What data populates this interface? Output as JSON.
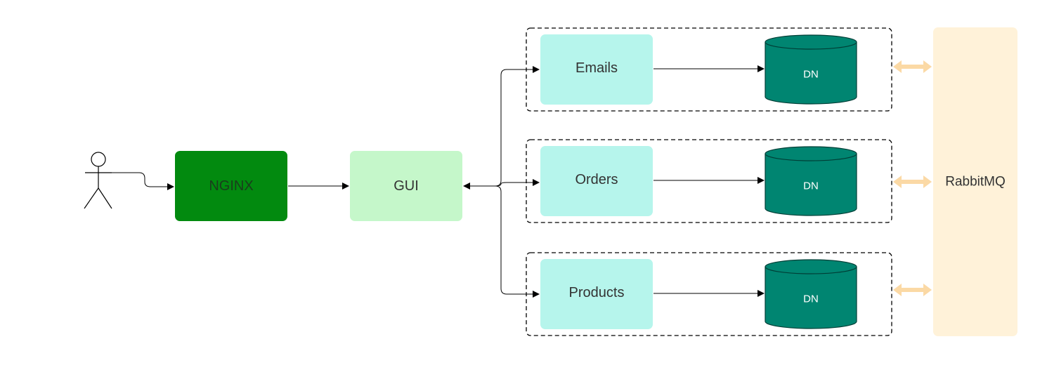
{
  "colors": {
    "nginx_fill": "#028a0f",
    "gui_fill": "#c5f7ca",
    "service_fill": "#b6f5ec",
    "db_fill": "#008571",
    "db_stroke": "#003e36",
    "rabbit_fill": "#fff2d9",
    "bus_arrow": "#fbd9a5",
    "line": "#000000"
  },
  "nodes": {
    "nginx": {
      "label": "NGINX"
    },
    "gui": {
      "label": "GUI"
    },
    "rabbitmq": {
      "label": "RabbitMQ"
    }
  },
  "services": [
    {
      "label": "Emails",
      "db_label": "DN"
    },
    {
      "label": "Orders",
      "db_label": "DN"
    },
    {
      "label": "Products",
      "db_label": "DN"
    }
  ]
}
